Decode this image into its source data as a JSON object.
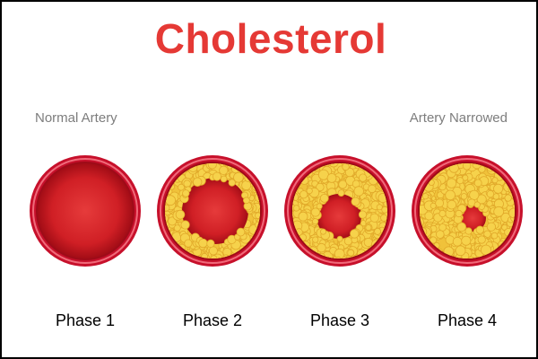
{
  "title": "Cholesterol",
  "labels": {
    "left": "Normal Artery",
    "right": "Artery Narrowed"
  },
  "phases": [
    {
      "label": "Phase 1",
      "plaque_level": 0
    },
    {
      "label": "Phase 2",
      "plaque_level": 1
    },
    {
      "label": "Phase 3",
      "plaque_level": 2
    },
    {
      "label": "Phase 4",
      "plaque_level": 3
    }
  ],
  "colors": {
    "title": "#e53935",
    "label": "#7d7d7d",
    "artery_wall": "#c7102b",
    "artery_rim": "#f06a7a",
    "lumen_center": "#e63b3b",
    "lumen_edge": "#a30d16",
    "plaque": "#f6d24b",
    "plaque_edge": "#e1a92a"
  }
}
